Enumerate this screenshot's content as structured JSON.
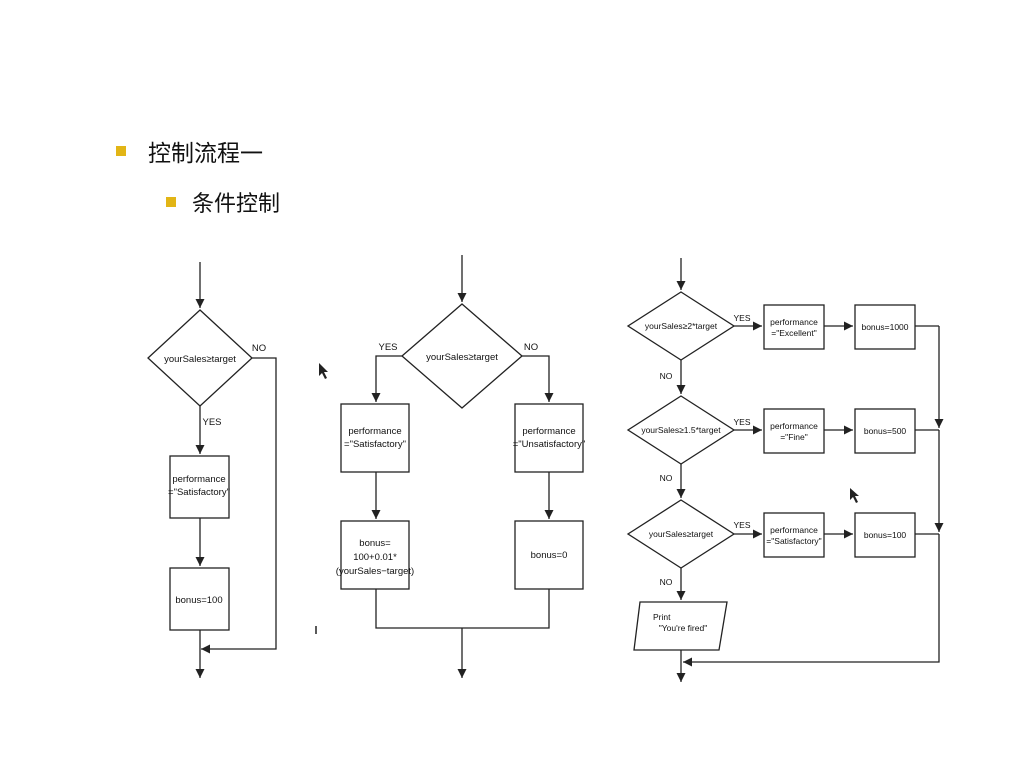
{
  "heading": {
    "level1": "控制流程一",
    "level2": "条件控制"
  },
  "colors": {
    "bullet": "#e2b516",
    "line": "#222222"
  },
  "flow1": {
    "decision": "yourSales≥target",
    "no": "NO",
    "yes": "YES",
    "action_line1": "performance",
    "action_line2": "=\"Satisfactory\"",
    "bonus": "bonus=100"
  },
  "flow2": {
    "decision": "yourSales≥target",
    "yes": "YES",
    "no": "NO",
    "left_action_line1": "performance",
    "left_action_line2": "=\"Satisfactory\"",
    "right_action_line1": "performance",
    "right_action_line2": "=\"Unsatisfactory\"",
    "left_bonus_line1": "bonus=",
    "left_bonus_line2": "100+0.01*",
    "left_bonus_line3": "(yourSales−target)",
    "right_bonus": "bonus=0"
  },
  "flow3": {
    "decision1": "yourSales≥2*target",
    "decision2": "yourSales≥1.5*target",
    "decision3": "yourSales≥target",
    "yes": "YES",
    "no": "NO",
    "perf1_line1": "performance",
    "perf1_line2": "=\"Excellent\"",
    "perf2_line1": "performance",
    "perf2_line2": "=\"Fine\"",
    "perf3_line1": "performance",
    "perf3_line2": "=\"Satisfactory\"",
    "bonus1": "bonus=1000",
    "bonus2": "bonus=500",
    "bonus3": "bonus=100",
    "print_line1": "Print",
    "print_line2": "\"You're fired\""
  }
}
